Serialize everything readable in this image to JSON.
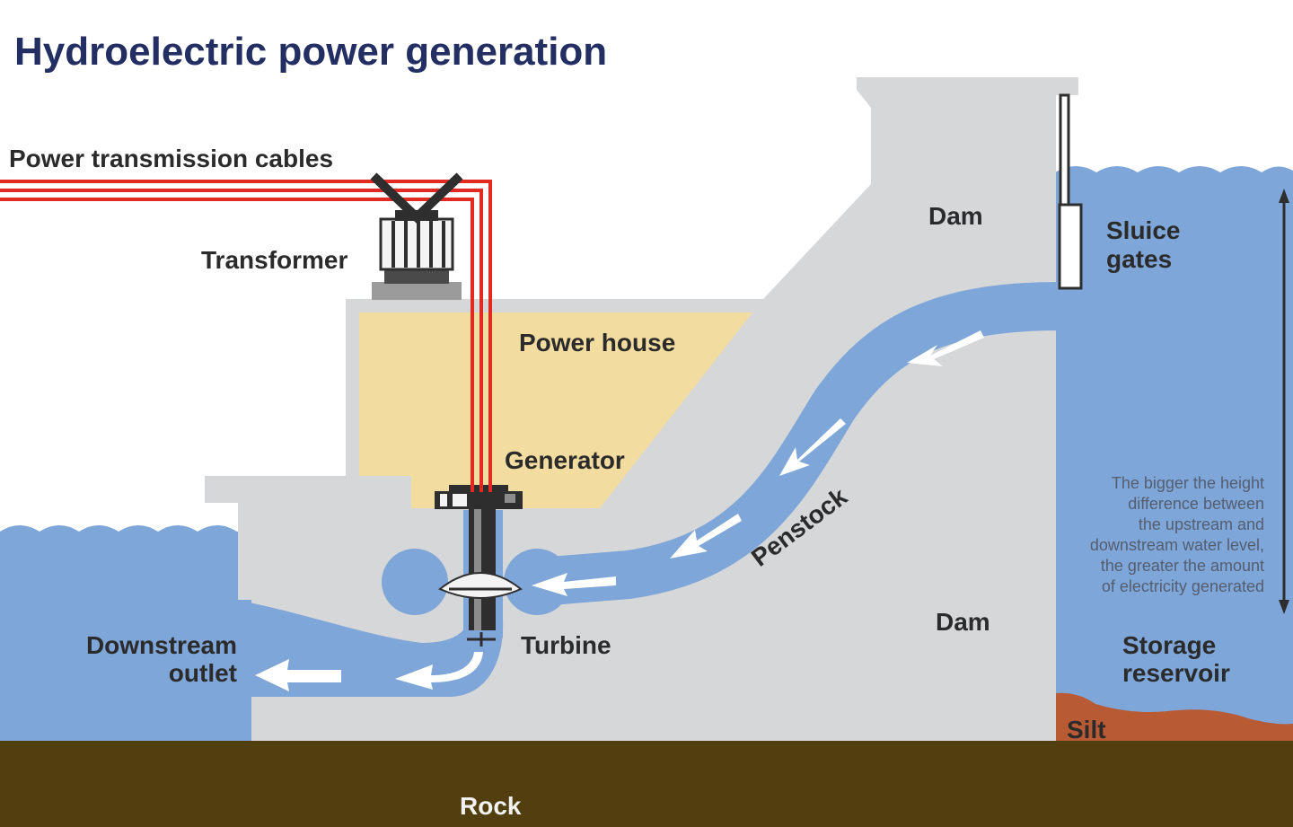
{
  "title": "Hydroelectric power generation",
  "labels": {
    "cables": "Power transmission cables",
    "transformer": "Transformer",
    "dam_top": "Dam",
    "sluice_line1": "Sluice",
    "sluice_line2": "gates",
    "power_house": "Power house",
    "generator": "Generator",
    "penstock": "Penstock",
    "dam_bottom": "Dam",
    "downstream_line1": "Downstream",
    "downstream_line2": "outlet",
    "turbine": "Turbine",
    "reservoir_line1": "Storage",
    "reservoir_line2": "reservoir",
    "silt": "Silt",
    "rock": "Rock"
  },
  "note": [
    "The bigger the height",
    "difference between",
    "the upstream and",
    "downstream water level,",
    "the greater the amount",
    "of electricity generated"
  ],
  "colors": {
    "title": "#232e63",
    "water": "#7ea6d8",
    "dam": "#d6d7d9",
    "powerhouse": "#f2dc9f",
    "cable": "#e02a22",
    "rock": "#523f10",
    "silt": "#b85a34",
    "text": "#2b2b2b",
    "arrow": "#ffffff"
  }
}
